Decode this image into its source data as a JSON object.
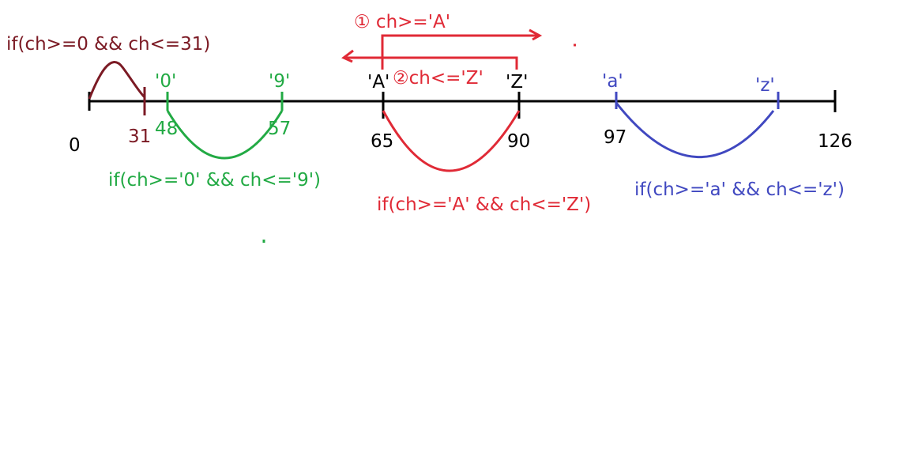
{
  "colors": {
    "axis": "#000000",
    "control": "#7b1a24",
    "digit": "#22aa44",
    "upper": "#e02a36",
    "lower": "#4048c0"
  },
  "axis": {
    "numbers": {
      "zero": "0",
      "n31": "31",
      "n48": "48",
      "n57": "57",
      "n65": "65",
      "n90": "90",
      "n97": "97",
      "n126": "126"
    },
    "chars": {
      "c0": "'0'",
      "c9": "'9'",
      "cA": "'A'",
      "cZ": "'Z'",
      "ca": "'a'",
      "cz": "'z'"
    }
  },
  "conditions": {
    "control": "if(ch>=0 && ch<=31)",
    "digit": "if(ch>='0'  && ch<='9')",
    "upper": "if(ch>='A' && ch<='Z')",
    "lower": "if(ch>='a' && ch<='z')",
    "step1": "① ch>='A'",
    "step2": "②ch<='Z'"
  }
}
